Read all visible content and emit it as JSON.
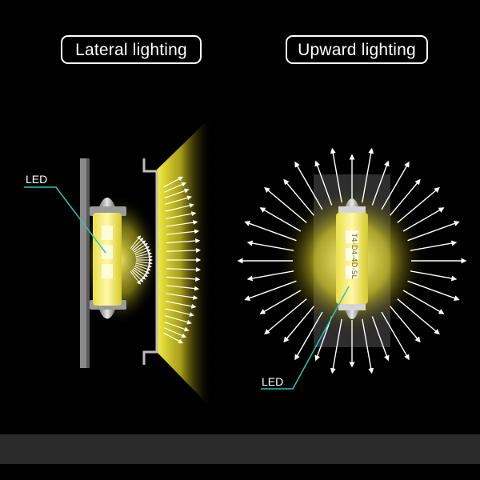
{
  "panels": {
    "left": {
      "title": "Lateral lighting",
      "led_label": "LED"
    },
    "right": {
      "title": "Upward lighting",
      "led_label": "LED",
      "bulb_marking": "T4-D4-4D-SL"
    }
  },
  "colors": {
    "background": "#000000",
    "glow": "#f2ea3a",
    "pointer_line": "#2ec4b6",
    "arrow": "#ffffff",
    "bottom_bar": "#2b2b2b"
  }
}
